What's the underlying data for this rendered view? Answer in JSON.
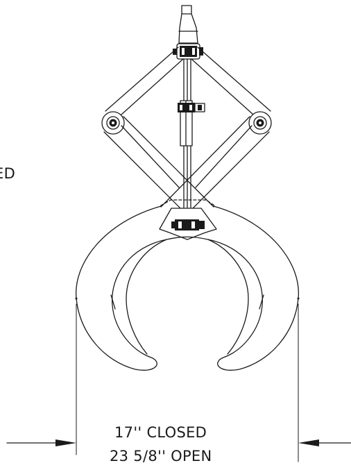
{
  "drawing": {
    "left_cut_label": "ED",
    "dimension": {
      "closed_label": "17'' CLOSED",
      "open_label": "23 5/8'' OPEN"
    },
    "line_color": "#1a1a1a"
  }
}
